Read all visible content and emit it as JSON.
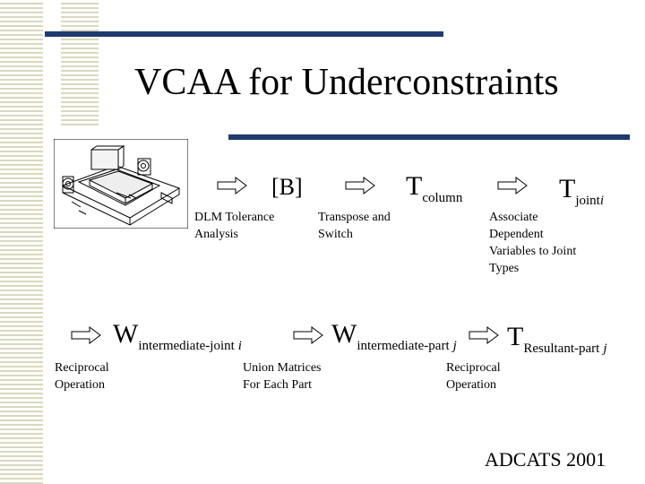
{
  "title": "VCAA for Underconstraints",
  "row1": {
    "b_matrix": "[B]",
    "t_column": {
      "main": "T",
      "sub": "column"
    },
    "t_joint": {
      "main": "T",
      "sub": "joint",
      "italic": "i"
    },
    "labels": {
      "dlm": "DLM Tolerance\nAnalysis",
      "transpose": "Transpose and\nSwitch",
      "associate": "Associate\nDependent\nVariables to Joint\nTypes"
    }
  },
  "row2": {
    "w_joint": {
      "main": "W",
      "sub": "intermediate-joint",
      "italic": "i"
    },
    "w_part": {
      "main": "W",
      "sub": "intermediate-part",
      "italic": "j"
    },
    "t_resultant": {
      "main": "T",
      "sub": "Resultant-part",
      "italic": "j"
    },
    "labels": {
      "reciprocal1": "Reciprocal\nOperation",
      "union": "Union Matrices\nFor Each Part",
      "reciprocal2": "Reciprocal\nOperation"
    }
  },
  "footer": "ADCATS 2001",
  "colors": {
    "accent_bar": "#1f3a6e",
    "stripes": "#d8d8c0"
  }
}
